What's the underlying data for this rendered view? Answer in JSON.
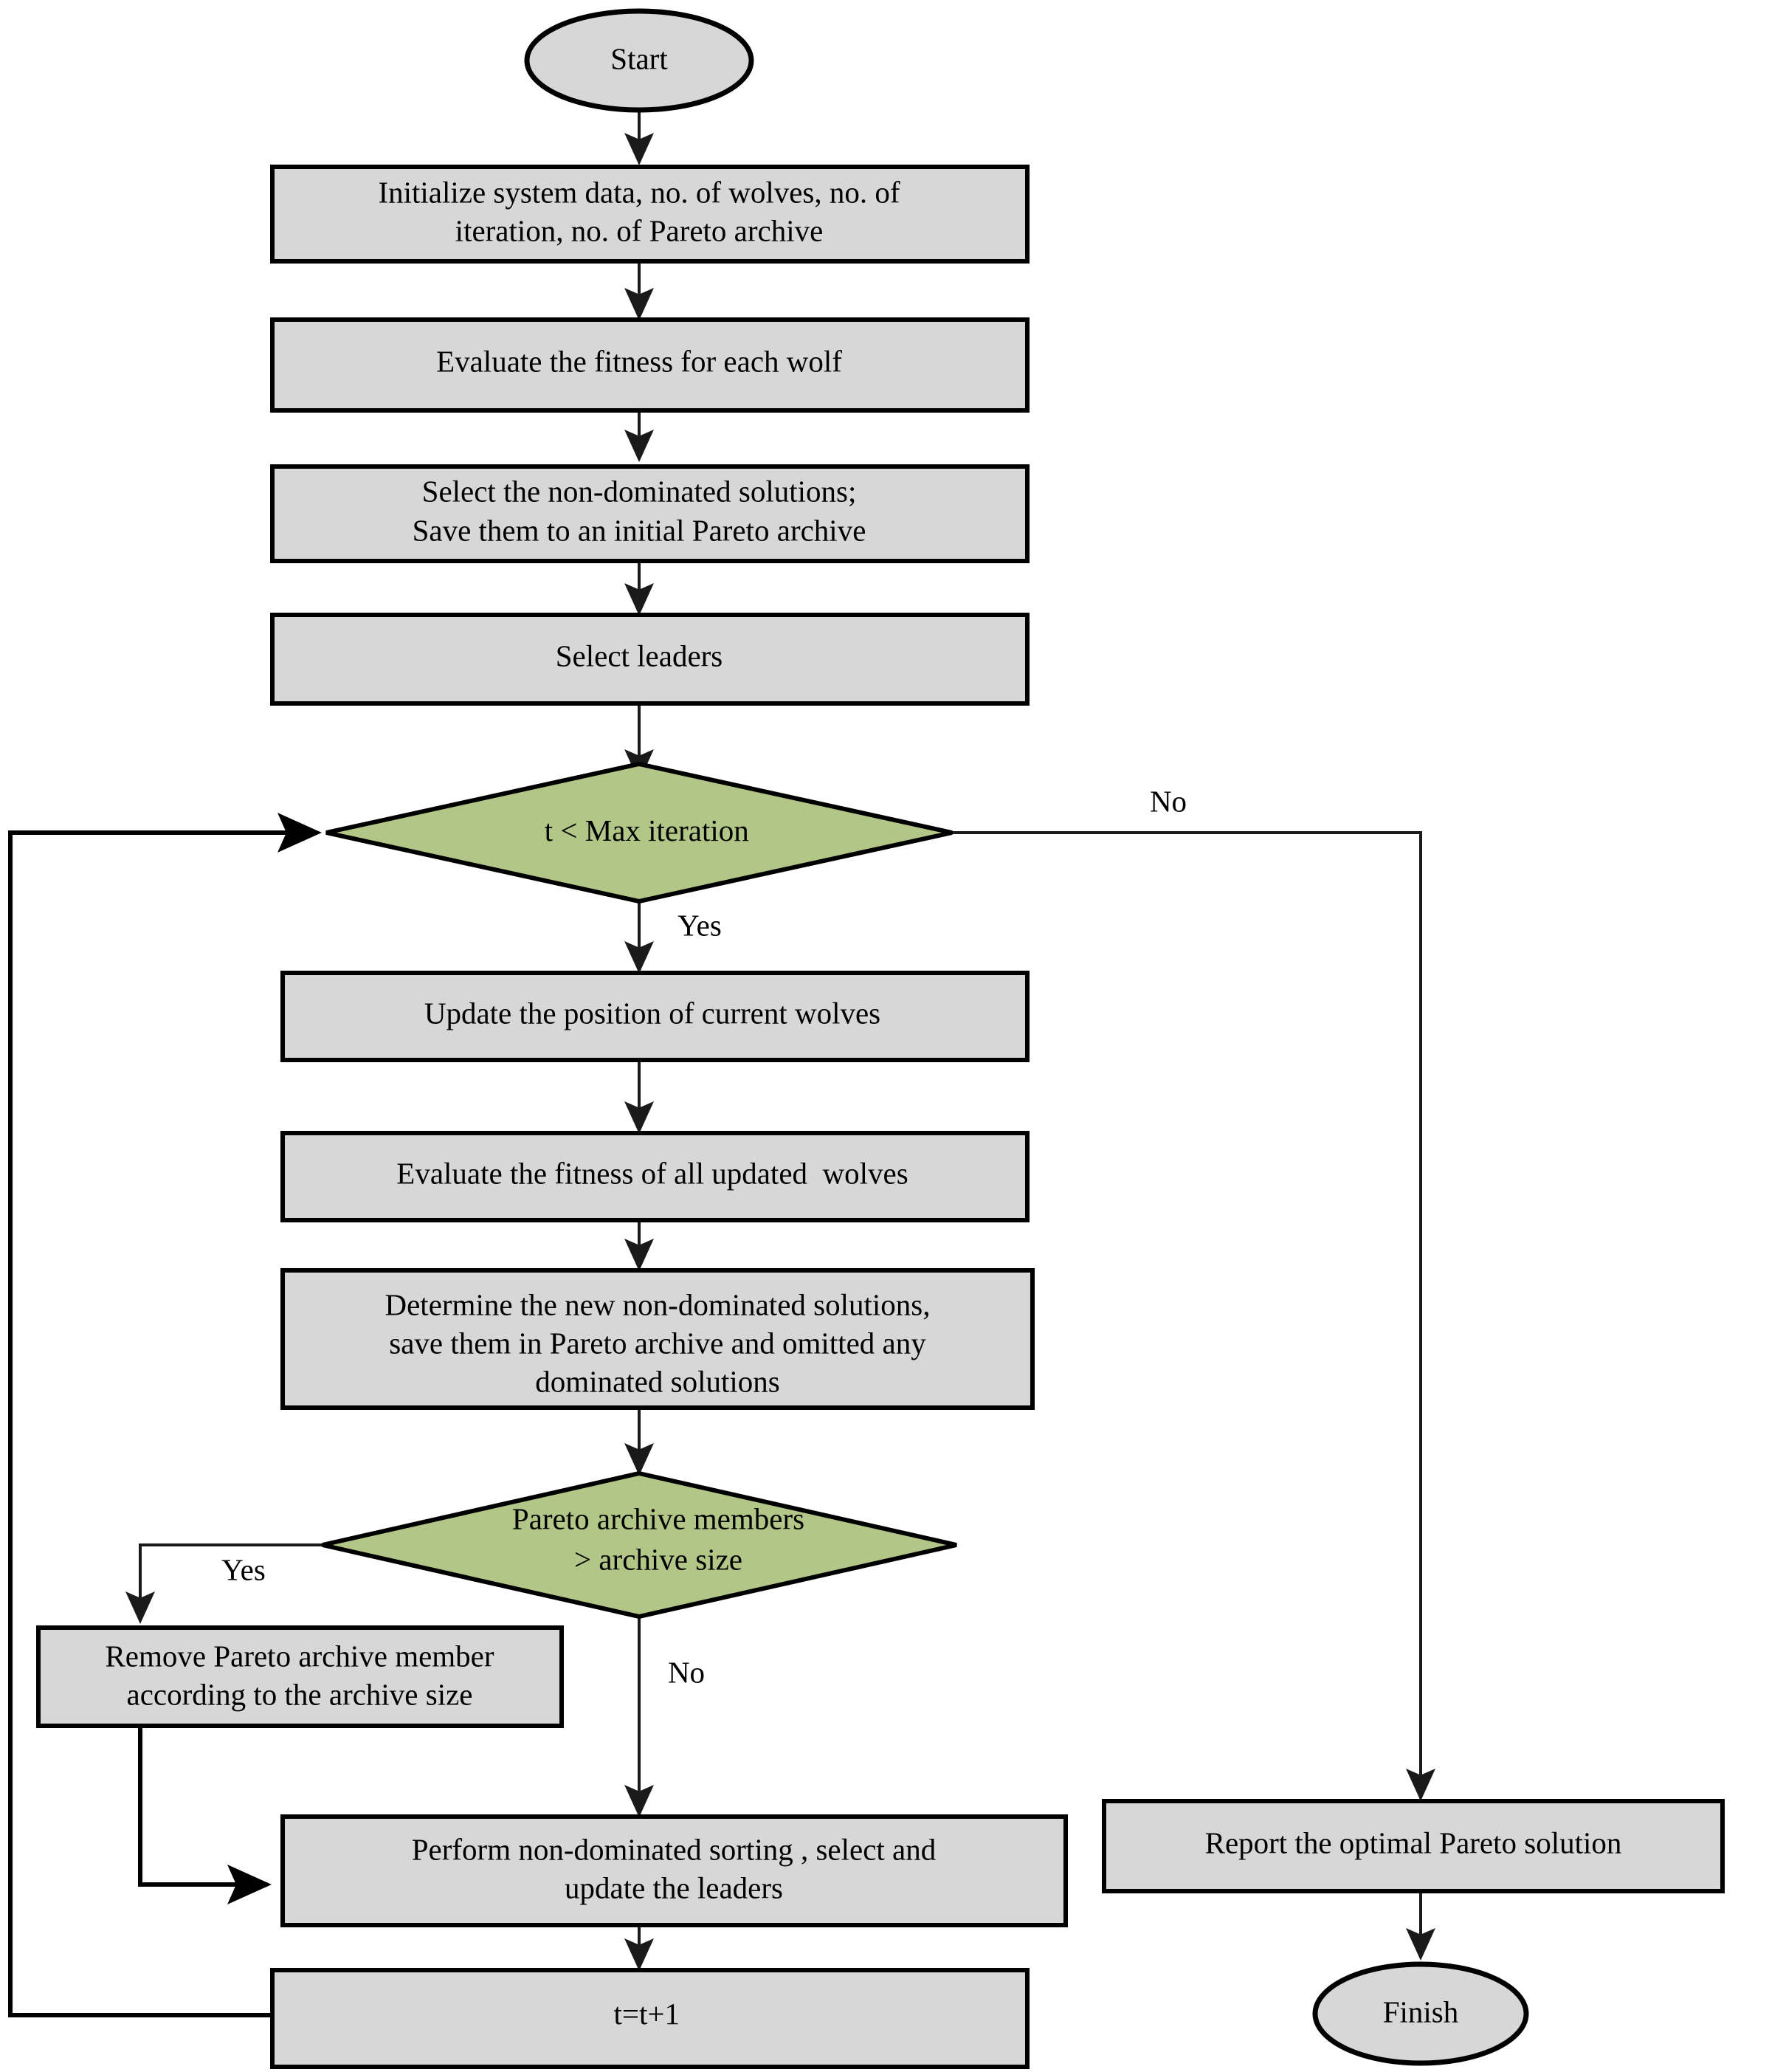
{
  "diagram": {
    "title": "MOGWO algorithm flowchart",
    "colors": {
      "process_fill": "#d7d7d7",
      "decision_fill": "#b2c687",
      "terminator_fill": "#d7d7d7",
      "stroke": "#000000",
      "edge": "#1a1a1a"
    },
    "nodes": {
      "start": {
        "label": "Start",
        "shape": "ellipse"
      },
      "initialize": {
        "line1": "Initialize system data, no. of wolves, no. of",
        "line2": "iteration, no. of Pareto archive",
        "shape": "process"
      },
      "evaluate_fitness": {
        "line1": "Evaluate the fitness for each wolf",
        "shape": "process"
      },
      "select_nondominated": {
        "line1": "Select the non-dominated solutions;",
        "line2": "Save them to an initial Pareto archive",
        "shape": "process"
      },
      "select_leaders": {
        "line1": "Select leaders",
        "shape": "process"
      },
      "max_iteration_check": {
        "var": "t",
        "rest": " < Max iteration",
        "shape": "decision"
      },
      "update_position": {
        "line1": "Update the position of current wolves",
        "shape": "process"
      },
      "evaluate_updated": {
        "line1": "Evaluate the fitness of all updated  wolves",
        "shape": "process"
      },
      "determine_new": {
        "line1": "Determine the new non-dominated solutions,",
        "line2": "save them in Pareto archive and omitted any",
        "line3": "dominated solutions",
        "shape": "process"
      },
      "archive_size_check": {
        "line1": "Pareto archive members",
        "line2": "> archive size",
        "shape": "decision"
      },
      "remove_member": {
        "line1": "Remove Pareto archive member",
        "line2": "according to the archive size",
        "shape": "process"
      },
      "perform_sorting": {
        "line1": "Perform non-dominated sorting , select and",
        "line2": "update the leaders",
        "shape": "process"
      },
      "increment": {
        "var": "t",
        "rest": "=",
        "var2": "t",
        "rest2": "+1",
        "shape": "process"
      },
      "report_optimal": {
        "line1": "Report the optimal Pareto solution",
        "shape": "process"
      },
      "finish": {
        "label": "Finish",
        "shape": "ellipse"
      }
    },
    "edge_labels": {
      "no_max_iteration": "No",
      "yes_max_iteration": "Yes",
      "yes_archive_size": "Yes",
      "no_archive_size": "No"
    }
  }
}
